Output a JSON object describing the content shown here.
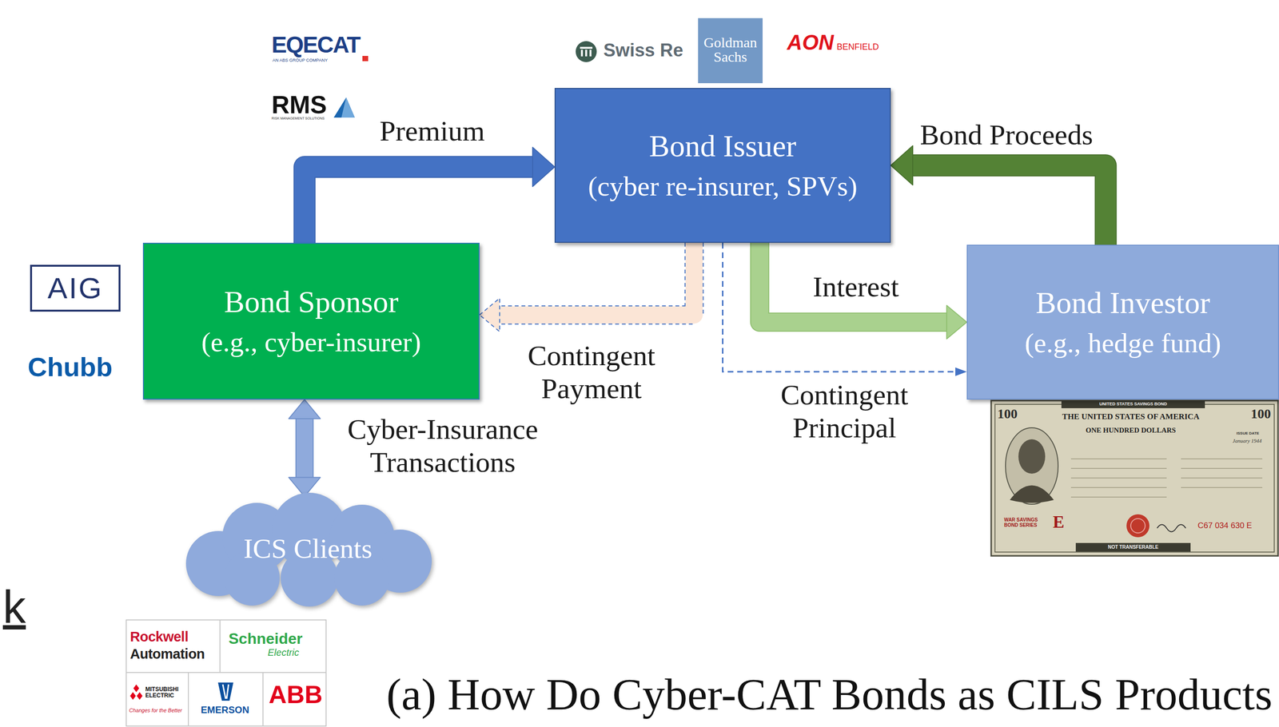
{
  "diagram": {
    "caption": "(a) How Do Cyber-CAT Bonds as CILS Products",
    "nodes": [
      {
        "text": [
          "Bond Issuer",
          "(cyber re-insurer, SPVs)"
        ]
      },
      {
        "text": [
          "Bond Sponsor",
          "(e.g., cyber-insurer)"
        ]
      },
      {
        "text": [
          "Bond Investor",
          "(e.g., hedge fund)"
        ]
      },
      {
        "text": [
          "ICS Clients"
        ]
      }
    ],
    "edges": [
      {
        "from": 1,
        "to": 0,
        "label": "Premium",
        "arrow": "to"
      },
      {
        "from": 2,
        "to": 0,
        "label": "Bond Proceeds",
        "arrow": "to"
      },
      {
        "from": 0,
        "to": 2,
        "label": "Interest",
        "arrow": "to"
      },
      {
        "from": 0,
        "to": 1,
        "label": "Contingent Payment",
        "arrow": "to"
      },
      {
        "from": 0,
        "to": 2,
        "label": "Contingent Principal",
        "arrow": "to"
      },
      {
        "from": 1,
        "to": 3,
        "label": "Cyber-Insurance Transactions",
        "arrow": "both"
      }
    ],
    "labels": [
      "EQECAT",
      "AN ABS GROUP COMPANY",
      "RMS",
      "RISK MANAGEMENT SOLUTIONS",
      "Swiss Re",
      "Goldman Sachs",
      "AON",
      "BENFIELD",
      "AIG",
      "Chubb",
      "k",
      "Rockwell",
      "Automation",
      "Schneider",
      "Electric",
      "MITSUBISHI ELECTRIC",
      "Changes for the Better",
      "EMERSON",
      "ABB",
      "100",
      "100",
      "UNITED STATES SAVINGS BOND",
      "THE UNITED STATES OF AMERICA",
      "ONE HUNDRED DOLLARS",
      "ISSUE DATE",
      "January 1944",
      "WAR SAVINGS BOND SERIES",
      "E",
      "C67 034 630 E",
      "NOT TRANSFERABLE"
    ]
  }
}
